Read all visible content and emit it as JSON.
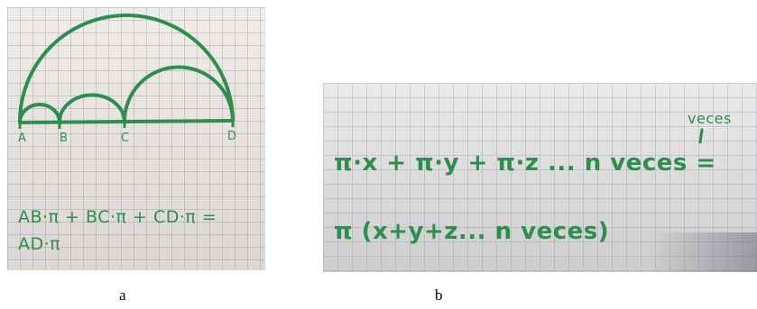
{
  "panel_a": {
    "points": [
      "A",
      "B",
      "C",
      "D"
    ],
    "equation_line1": "AB·π + BC·π + CD·π =",
    "equation_line2": "AD·π",
    "caption": "a"
  },
  "panel_b": {
    "annotation_top": "veces",
    "equation_line1": "π·x + π·y + π·z ... n veces =",
    "equation_line2": "π (x+y+z... n veces)",
    "caption": "b"
  },
  "colors": {
    "ink": "#2f8e4e",
    "paper": "#ece9e6"
  }
}
